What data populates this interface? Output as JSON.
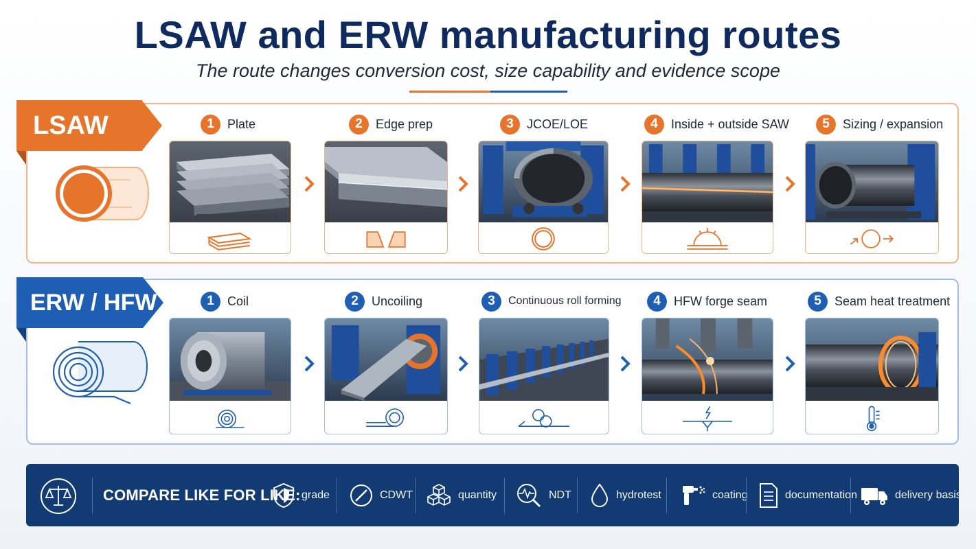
{
  "header": {
    "title": "LSAW and ERW manufacturing routes",
    "subtitle": "The route changes conversion cost, size capability and evidence scope"
  },
  "colors": {
    "lsaw_accent": "#e6742a",
    "erw_accent": "#1f5fb3",
    "navy": "#123a73"
  },
  "routes": {
    "lsaw": {
      "label": "LSAW",
      "steps": [
        {
          "num": "1",
          "label": "Plate",
          "icon": "plate-stack-icon"
        },
        {
          "num": "2",
          "label": "Edge prep",
          "icon": "bevel-icon"
        },
        {
          "num": "3",
          "label": "JCOE/LOE",
          "icon": "ring-icon"
        },
        {
          "num": "4",
          "label": "Inside + outside SAW",
          "icon": "weld-arc-icon"
        },
        {
          "num": "5",
          "label": "Sizing / expansion",
          "icon": "expansion-icon"
        }
      ]
    },
    "erw": {
      "label": "ERW / HFW",
      "steps": [
        {
          "num": "1",
          "label": "Coil",
          "icon": "coil-icon"
        },
        {
          "num": "2",
          "label": "Uncoiling",
          "icon": "uncoil-icon"
        },
        {
          "num": "3",
          "label": "Continuous roll forming",
          "icon": "rollers-icon"
        },
        {
          "num": "4",
          "label": "HFW forge seam",
          "icon": "lightning-seam-icon"
        },
        {
          "num": "5",
          "label": "Seam heat treatment",
          "icon": "thermometer-icon"
        }
      ]
    }
  },
  "compare": {
    "title": "COMPARE LIKE FOR LIKE:",
    "items": [
      {
        "label": "grade",
        "icon": "shield-check-icon"
      },
      {
        "label": "CDWT",
        "icon": "slash-circle-icon"
      },
      {
        "label": "quantity",
        "icon": "cubes-icon"
      },
      {
        "label": "NDT",
        "icon": "magnifier-pulse-icon"
      },
      {
        "label": "hydrotest",
        "icon": "droplet-icon"
      },
      {
        "label": "coating",
        "icon": "spray-gun-icon"
      },
      {
        "label": "documentation",
        "icon": "document-icon"
      },
      {
        "label": "delivery basis",
        "icon": "truck-icon"
      }
    ]
  }
}
